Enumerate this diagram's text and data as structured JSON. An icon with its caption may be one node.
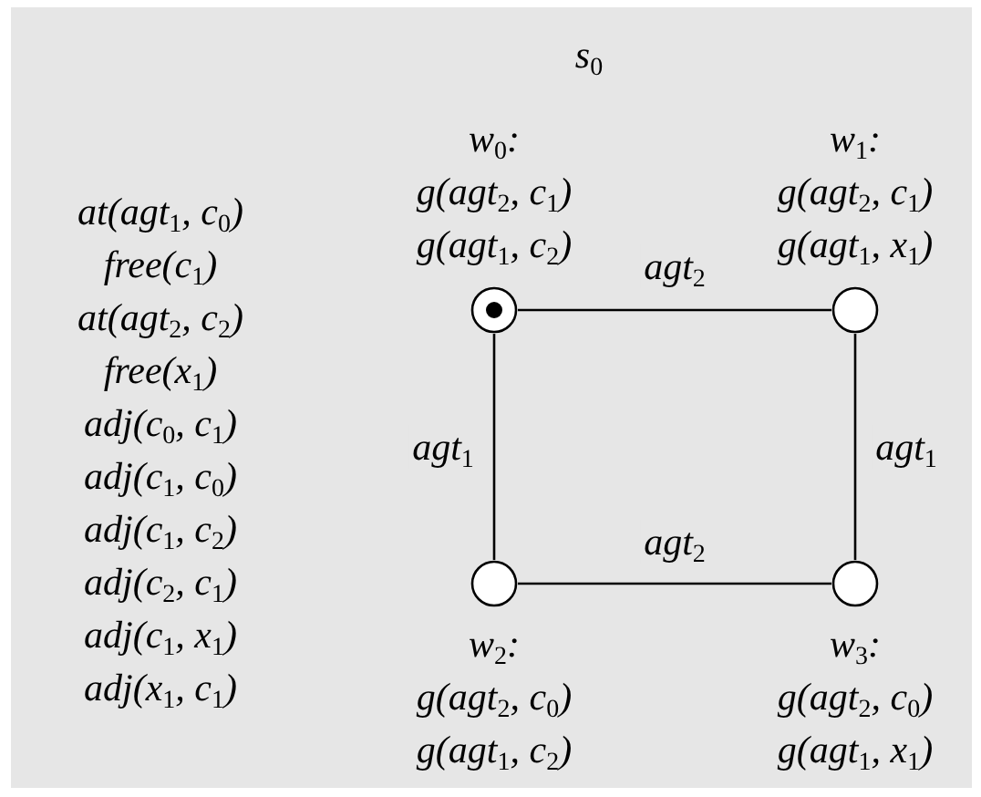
{
  "diagram": {
    "title": "s$_{0}$",
    "nodes": [
      {
        "text": [],
        "shape": "dot-circle",
        "beside": [
          "w$_{0}$:",
          "g(agt$_{2}$, c$_{1}$)",
          "g(agt$_{1}$, c$_{2}$)"
        ]
      },
      {
        "text": [],
        "shape": "circle",
        "beside": [
          "w$_{1}$:",
          "g(agt$_{2}$, c$_{1}$)",
          "g(agt$_{1}$, x$_{1}$)"
        ]
      },
      {
        "text": [],
        "shape": "circle",
        "beside": [
          "w$_{2}$:",
          "g(agt$_{2}$, c$_{0}$)",
          "g(agt$_{1}$, c$_{2}$)"
        ]
      },
      {
        "text": [],
        "shape": "circle",
        "beside": [
          "w$_{3}$:",
          "g(agt$_{2}$, c$_{0}$)",
          "g(agt$_{1}$, x$_{1}$)"
        ]
      }
    ],
    "edges": [
      {
        "from": 0,
        "to": 1,
        "arrow": "none",
        "label": "agt$_{2}$"
      },
      {
        "from": 0,
        "to": 2,
        "arrow": "none",
        "label": "agt$_{1}$"
      },
      {
        "from": 1,
        "to": 3,
        "arrow": "none",
        "label": "agt$_{1}$"
      },
      {
        "from": 2,
        "to": 3,
        "arrow": "none",
        "label": "agt$_{2}$"
      }
    ],
    "labels": [
      "at(agt$_{1}$, c$_{0}$)",
      "free(c$_{1}$)",
      "at(agt$_{2}$, c$_{2}$)",
      "free(x$_{1}$)",
      "adj(c$_{0}$, c$_{1}$)",
      "adj(c$_{1}$, c$_{0}$)",
      "adj(c$_{1}$, c$_{2}$)",
      "adj(c$_{2}$, c$_{1}$)",
      "adj(c$_{1}$, x$_{1}$)",
      "adj(x$_{1}$, c$_{1}$)"
    ]
  }
}
